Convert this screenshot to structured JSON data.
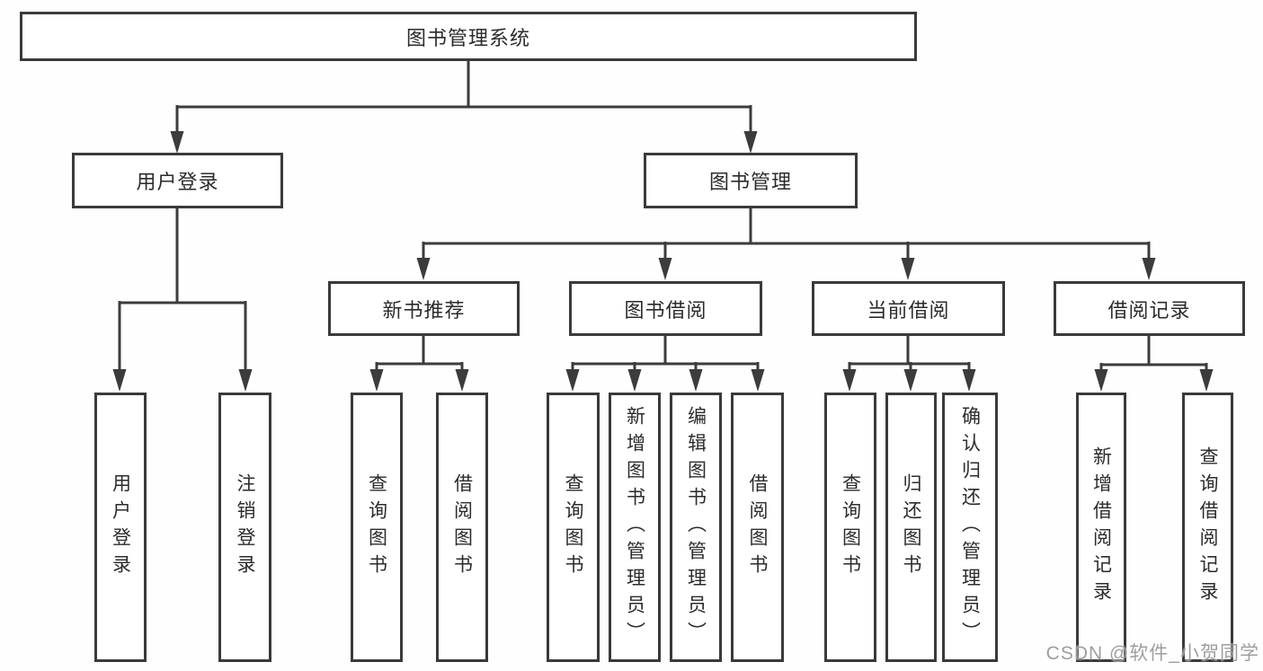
{
  "title": "图书管理系统",
  "tree": {
    "user_login": {
      "label": "用户登录",
      "children": {
        "login": "用户登录",
        "logout": "注销登录"
      }
    },
    "book_management": {
      "label": "图书管理",
      "children": {
        "new_book_recommend": {
          "label": "新书推荐",
          "children": {
            "query_books": "查询图书",
            "borrow_books": "借阅图书"
          }
        },
        "book_borrowing": {
          "label": "图书借阅",
          "children": {
            "query_books": "查询图书",
            "add_books": "新增图书（管理员）",
            "edit_books": "编辑图书（管理员）",
            "borrow_books": "借阅图书"
          }
        },
        "current_borrowing": {
          "label": "当前借阅",
          "children": {
            "query_books": "查询图书",
            "return_books": "归还图书",
            "confirm_return": "确认归还（管理员）"
          }
        },
        "borrowing_records": {
          "label": "借阅记录",
          "children": {
            "add_record": "新增借阅记录",
            "query_record": "查询借阅记录"
          }
        }
      }
    }
  },
  "watermark": "CSDN @软件_小贺同学",
  "colors": {
    "line": "#3c3c3c",
    "box_border": "#3a3a3a",
    "text": "#2b2b2b",
    "watermark": "#919191"
  }
}
